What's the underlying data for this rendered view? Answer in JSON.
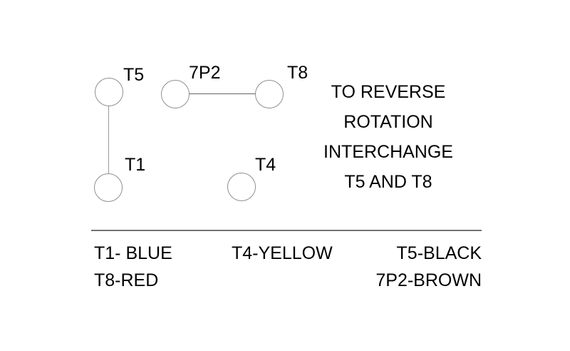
{
  "diagram": {
    "terminals": [
      {
        "id": "T5",
        "label": "T5"
      },
      {
        "id": "T1",
        "label": "T1"
      },
      {
        "id": "7P2",
        "label": "7P2"
      },
      {
        "id": "T8",
        "label": "T8"
      },
      {
        "id": "T4",
        "label": "T4"
      }
    ],
    "connections": [
      {
        "from": "T5",
        "to": "T1"
      },
      {
        "from": "7P2",
        "to": "T8"
      }
    ]
  },
  "note": {
    "lines": [
      "TO REVERSE",
      "ROTATION",
      "INTERCHANGE",
      "T5 AND T8"
    ]
  },
  "legend": {
    "t1_blue": "T1- BLUE",
    "t4_yellow": "T4-YELLOW",
    "t5_black": "T5-BLACK",
    "t8_red": "T8-RED",
    "p7p2_brown": "7P2-BROWN"
  },
  "colors": {
    "background": "#ffffff",
    "text": "#000000",
    "circle_stroke": "#8f8f8f",
    "divider": "#737373"
  }
}
